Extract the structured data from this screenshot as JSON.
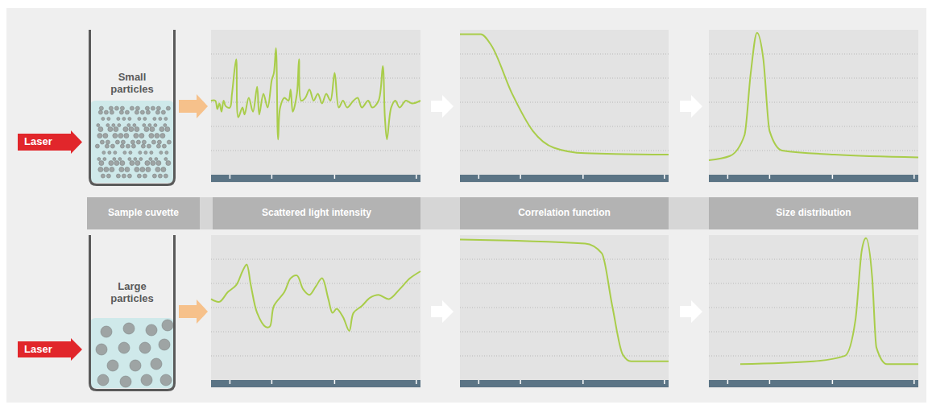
{
  "diagram": {
    "nodes": [
      {
        "text": [
          "Small particles"
        ]
      },
      {
        "text": [
          "Laser"
        ]
      },
      {
        "text": [
          "Sample cuvette"
        ]
      },
      {
        "text": [
          "Scattered light intensity"
        ]
      },
      {
        "text": [
          "Correlation function"
        ]
      },
      {
        "text": [
          "Size distribution"
        ]
      },
      {
        "text": [
          "Large particles"
        ]
      },
      {
        "text": [
          "Laser"
        ]
      }
    ]
  }
}
